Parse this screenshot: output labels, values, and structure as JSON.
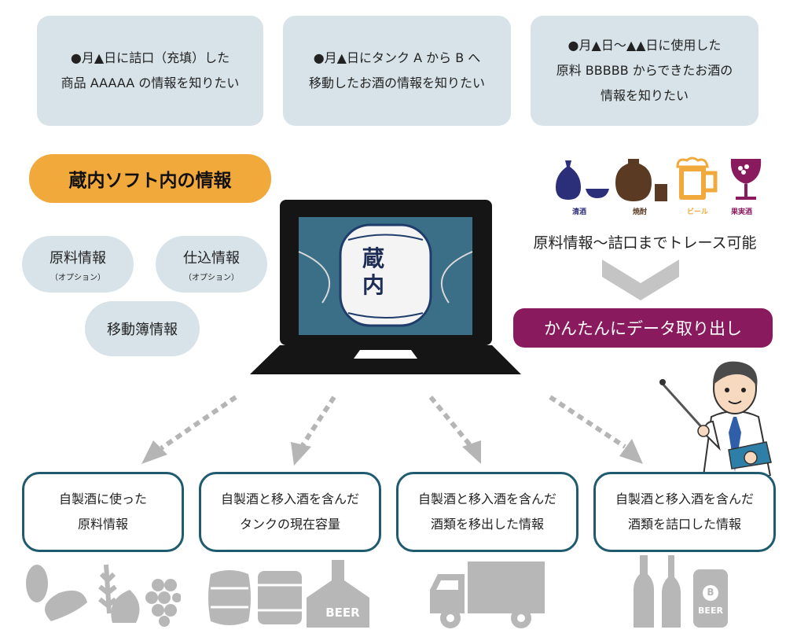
{
  "queries": [
    "●月▲日に詰口（充填）した\n商品 AAAAA の情報を知りたい",
    "●月▲日にタンク A から B へ\n移動したお酒の情報を知りたい",
    "●月▲日〜▲▲日に使用した\n原料 BBBBB からできたお酒の\n情報を知りたい"
  ],
  "kurauchi_title": "蔵内ソフト内の情報",
  "info_items": [
    {
      "label": "原料情報",
      "sub": "（オプション）"
    },
    {
      "label": "仕込情報",
      "sub": "（オプション）"
    },
    {
      "label": "移動簿情報",
      "sub": ""
    }
  ],
  "screen_logo": "蔵内",
  "drinks": [
    {
      "label": "清酒",
      "color": "#2b2f7a"
    },
    {
      "label": "焼酎",
      "color": "#5a3a22"
    },
    {
      "label": "ビール",
      "color": "#f2a93b"
    },
    {
      "label": "果実酒",
      "color": "#8a1a5e"
    }
  ],
  "trace_text": "原料情報〜詰口までトレース可能",
  "extract_text": "かんたんにデータ取り出し",
  "outputs": [
    "自製酒に使った\n原料情報",
    "自製酒と移入酒を含んだ\nタンクの現在容量",
    "自製酒と移入酒を含んだ\n酒類を移出した情報",
    "自製酒と移入酒を含んだ\n酒類を詰口した情報"
  ],
  "beer_label": "BEER",
  "can_label": "BEER",
  "can_letter": "B"
}
